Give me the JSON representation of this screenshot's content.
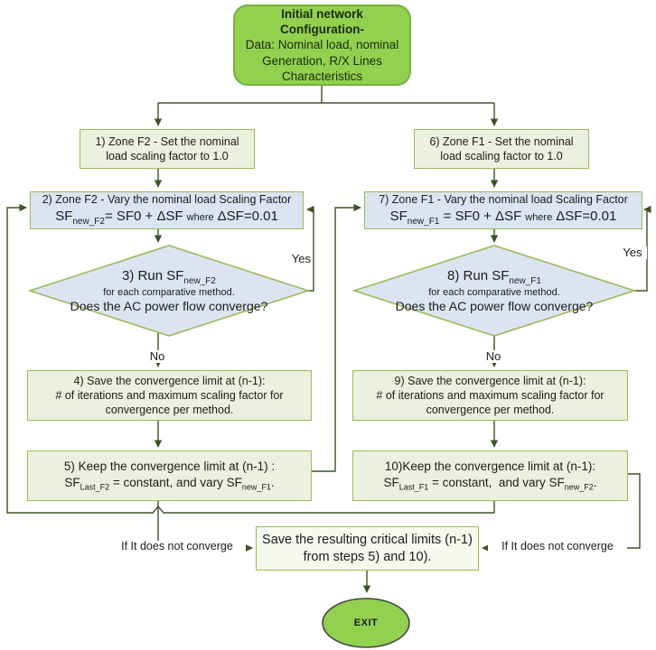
{
  "colors": {
    "start_fill": "#92d050",
    "start_border": "#76b041",
    "light_green_fill": "#ebf1de",
    "green_border": "#9bbb59",
    "blue_fill": "#dbe5f1",
    "connector": "#3d5226",
    "exit_fill": "#92d050",
    "exit_border": "#454545"
  },
  "nodes": {
    "start": {
      "title": "Initial network Configuration-",
      "body": "Data: Nominal load, nominal Generation, R/X Lines Characteristics"
    },
    "s1": {
      "text": "1) Zone F2 - Set the nominal load scaling factor to 1.0"
    },
    "s6": {
      "text": "6) Zone F1 - Set the nominal load scaling factor to 1.0"
    },
    "s2": {
      "line1": "2) Zone F2 - Vary the nominal load Scaling Factor",
      "f1": "SF",
      "sub1": "new_F2",
      "f2": "= SF0 + ΔSF",
      "where": "where",
      "f3": "ΔSF=0.01"
    },
    "s7": {
      "line1": "7) Zone F1 - Vary the nominal load Scaling Factor",
      "f1": "SF",
      "sub1": "new_F1",
      "f2": " = SF0 + ΔSF",
      "where": "where",
      "f3": "ΔSF=0.01"
    },
    "s3": {
      "run": "3) Run SF",
      "run_sub": "new_F2",
      "line2": "for each comparative method.",
      "line3": "Does the AC power flow converge?"
    },
    "s8": {
      "run": "8) Run SF",
      "run_sub": "new_F1",
      "line2": "for each comparative method.",
      "line3": "Does the AC power flow converge?"
    },
    "s4": {
      "line1": "4) Save the convergence limit at (n-1):",
      "line2": "# of iterations and maximum scaling factor for convergence per method."
    },
    "s9": {
      "line1": "9) Save the convergence limit at (n-1):",
      "line2": "# of iterations and maximum scaling factor for convergence per method."
    },
    "s5": {
      "line1": "5) Keep the convergence limit at (n-1) :",
      "f1": "SF",
      "sub1": "Last_F2",
      "f2": " = constant, and vary SF",
      "sub2": "new_F1",
      "f3": "."
    },
    "s10": {
      "line1": "10)Keep the convergence limit at (n-1):",
      "f1": "SF",
      "sub1": "Last_F1",
      "f2": " = constant,  and vary SF",
      "sub2": "new_F2",
      "f3": "."
    },
    "save": {
      "text": "Save the resulting critical limits (n-1) from steps 5) and 10)."
    },
    "exit": {
      "text": "EXIT"
    }
  },
  "labels": {
    "yes_left": "Yes",
    "yes_right": "Yes",
    "no_left": "No",
    "no_right": "No",
    "nc_left": "If It does not converge",
    "nc_right": "If It does not converge"
  }
}
